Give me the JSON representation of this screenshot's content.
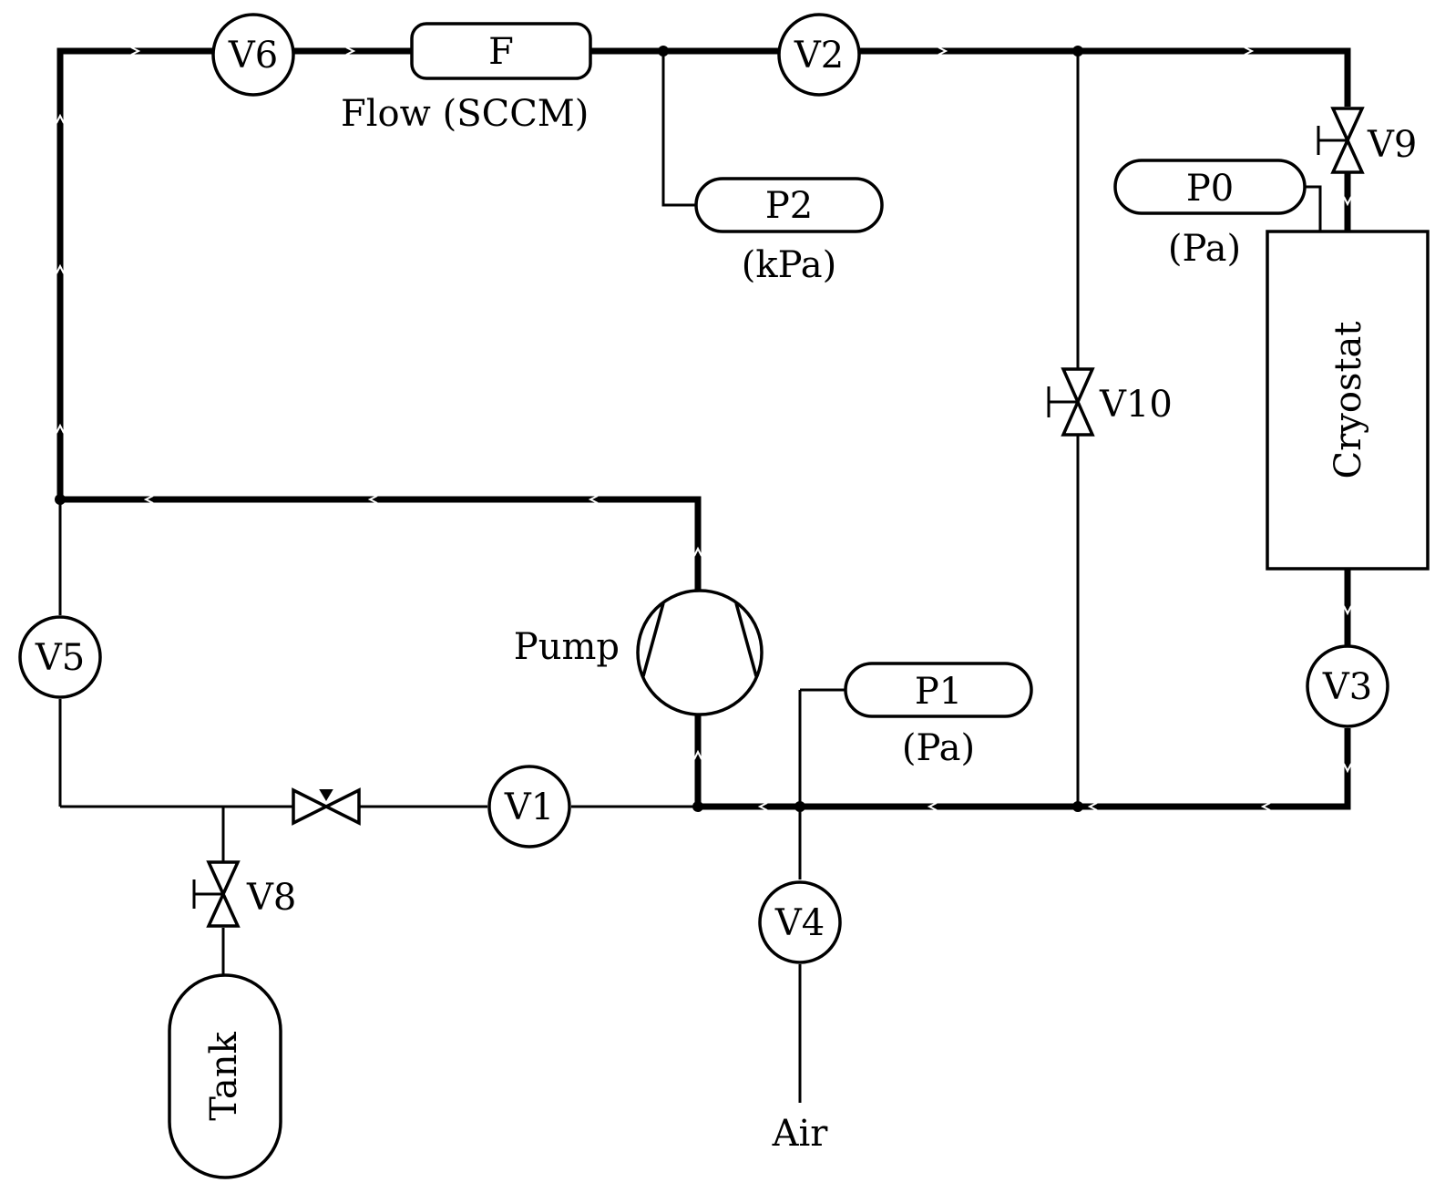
{
  "valves": {
    "v1": "V1",
    "v2": "V2",
    "v3": "V3",
    "v4": "V4",
    "v5": "V5",
    "v6": "V6",
    "v8": "V8",
    "v9": "V9",
    "v10": "V10"
  },
  "flowmeter": {
    "label": "F",
    "caption": "Flow (SCCM)"
  },
  "gauges": {
    "p0": {
      "label": "P0",
      "unit": "(Pa)"
    },
    "p1": {
      "label": "P1",
      "unit": "(Pa)"
    },
    "p2": {
      "label": "P2",
      "unit": "(kPa)"
    }
  },
  "pump": "Pump",
  "cryostat": "Cryostat",
  "tank": "Tank",
  "air": "Air",
  "colors": {
    "line": "#000000",
    "background": "#ffffff",
    "flow_arrow": "#ffffff"
  }
}
